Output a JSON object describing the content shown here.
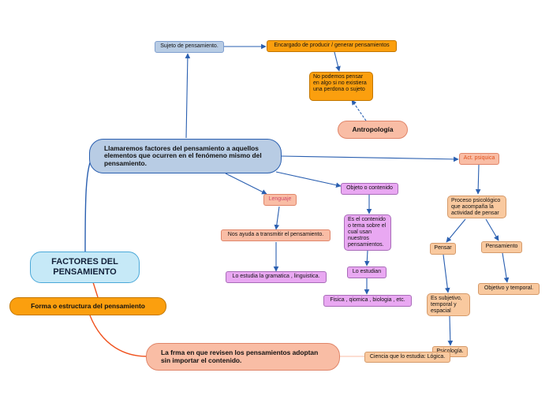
{
  "colors": {
    "blue_node": "#b8cce4",
    "orange_node": "#fb9f0e",
    "salmon_node": "#f9bda5",
    "violet_node": "#e9a8f2",
    "peach_node": "#f9c99f",
    "root_node": "#c6e9f7",
    "edge_blue": "#2a5fb0",
    "edge_orange": "#f0521e"
  },
  "root": {
    "label": "FACTORES DEL PENSAMIENTO"
  },
  "main_blue": {
    "label": "Llamaremos factores del pensamiento a aquellos elementos que ocurren en el fenómeno mismo del pensamiento."
  },
  "sujeto": {
    "label": "Sujeto de pensamiento."
  },
  "encargado": {
    "label": "Encargado de producir / generar pensamientos"
  },
  "no_podemos": {
    "label": "No podemos pensar en algo si no existiera una perdona o sujeto"
  },
  "antropologia": {
    "label": "Antropología"
  },
  "lenguaje": {
    "label": "Lenguaje"
  },
  "nos_ayuda": {
    "label": "Nos ayuda a transmitir el pensamiento."
  },
  "gramatica": {
    "label": "Lo estudia la gramatica , linguistica."
  },
  "objeto": {
    "label": "Objeto o contenido"
  },
  "es_contenido": {
    "label": "Es el contenido o tema sobre el cual usan nuestros pensamientos."
  },
  "lo_estudian": {
    "label": "Lo estudian"
  },
  "fisica": {
    "label": "Fisica , qiomica , biologia , etc."
  },
  "act_psiquica": {
    "label": "Act. psiquica"
  },
  "proceso": {
    "label": "Proceso psicológico que acompaña la actividad de pensar"
  },
  "pensar": {
    "label": "Pensar"
  },
  "pensamiento": {
    "label": "Pensamiento"
  },
  "subjetivo": {
    "label": "Es subjetivo, temporal y espacial"
  },
  "objetivo": {
    "label": "Objetivo y temporal."
  },
  "psicologia": {
    "label": "Psicología."
  },
  "forma": {
    "label": "Forma o estructura del pensamiento"
  },
  "la_frma": {
    "label": "La frma en que revisen los pensamientos adoptan sin importar el contenido."
  },
  "ciencia": {
    "label": "Ciencia que lo estudia: Lógica."
  }
}
